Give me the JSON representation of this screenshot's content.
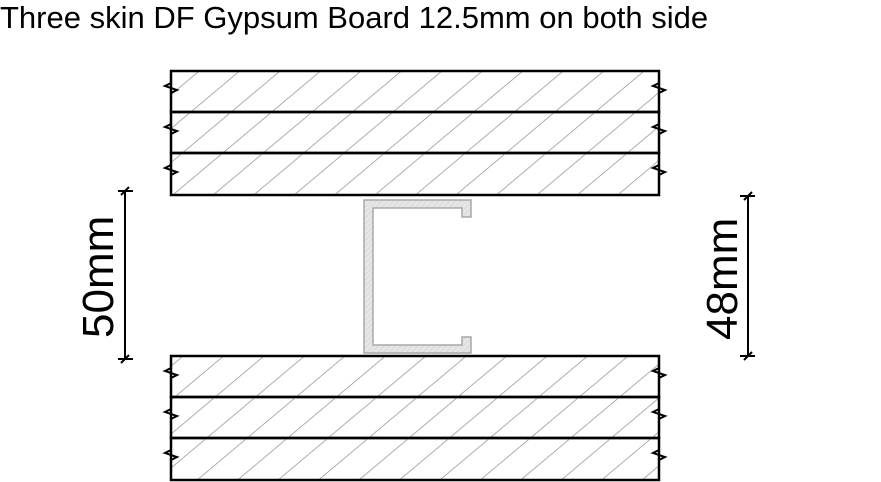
{
  "title": "Three skin DF Gypsum Board 12.5mm on both side",
  "dimensions": {
    "left": "50mm",
    "right": "48mm"
  },
  "colors": {
    "hatch": "#9a9a9a",
    "stud_fill": "#e6e6e6",
    "stud_edge": "#a8a8a8",
    "line": "#000000"
  }
}
